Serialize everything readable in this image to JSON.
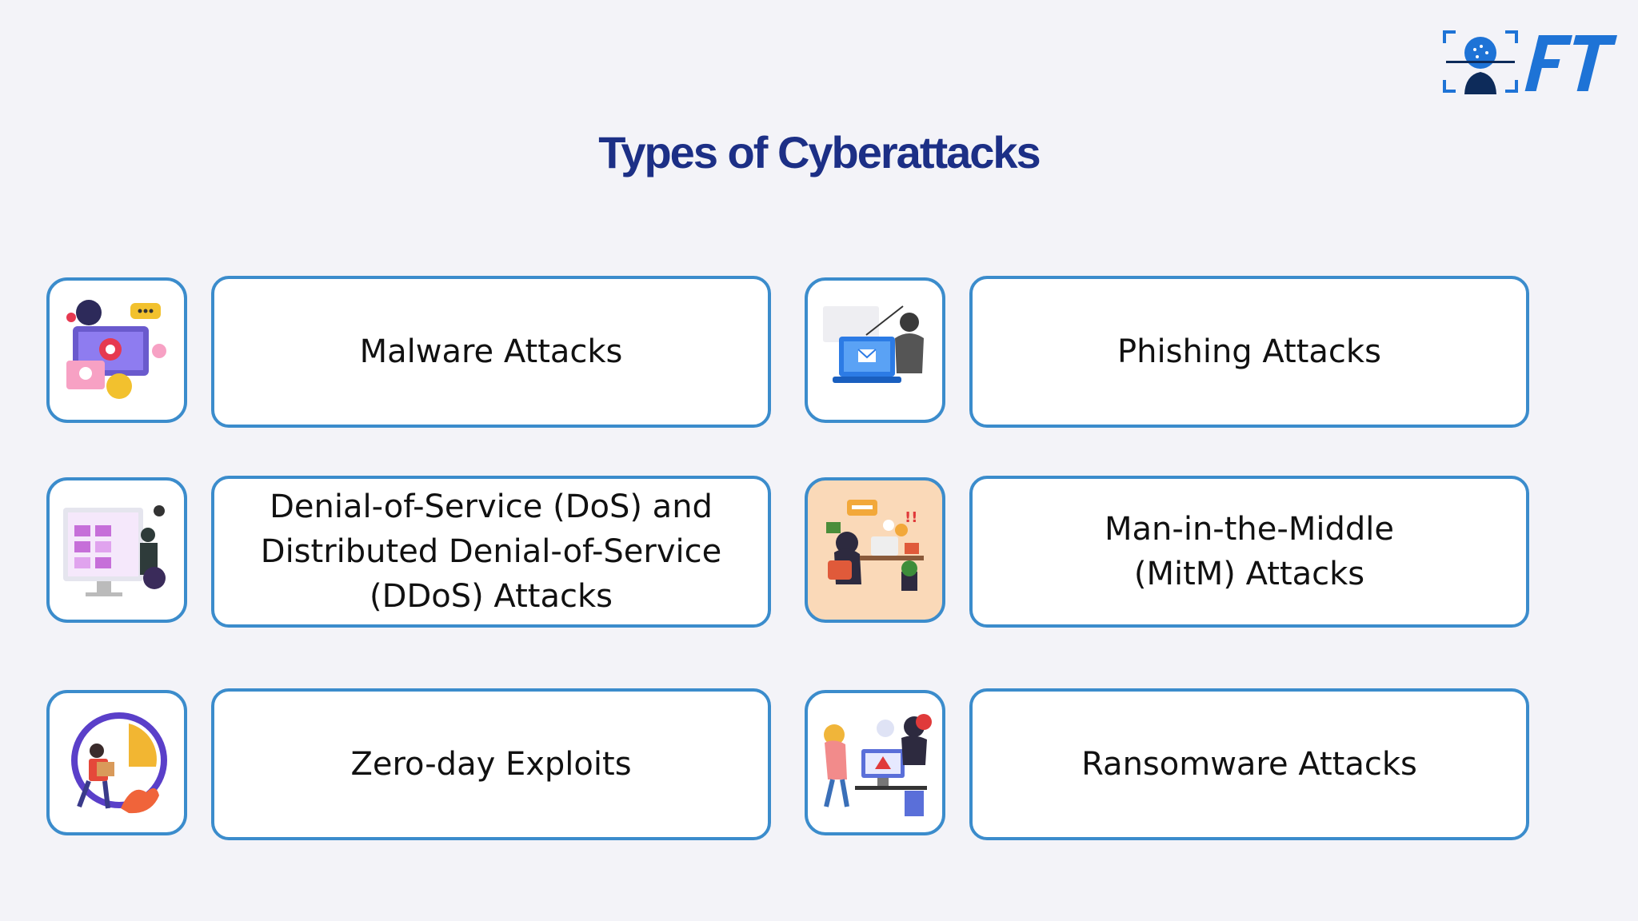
{
  "title": "Types of Cyberattacks",
  "logo": {
    "text": "FT",
    "colors": {
      "primary": "#1e73d6",
      "dark": "#0d2b5a"
    }
  },
  "colors": {
    "title": "#1c2f86",
    "border": "#3b8ccc",
    "background": "#f3f3f8",
    "card": "#ffffff"
  },
  "cards": [
    {
      "label": "Malware Attacks",
      "icon": "malware-hacker-icon"
    },
    {
      "label": "Phishing Attacks",
      "icon": "phishing-laptop-icon"
    },
    {
      "label": "Denial-of-Service (DoS) and Distributed Denial-of-Service (DDoS) Attacks",
      "icon": "ddos-server-icon"
    },
    {
      "label": "Man-in-the-Middle (MitM) Attacks",
      "icon": "mitm-hacker-desk-icon"
    },
    {
      "label": "Zero-day Exploits",
      "icon": "zero-day-chart-icon"
    },
    {
      "label": "Ransomware Attacks",
      "icon": "ransomware-office-icon"
    }
  ]
}
